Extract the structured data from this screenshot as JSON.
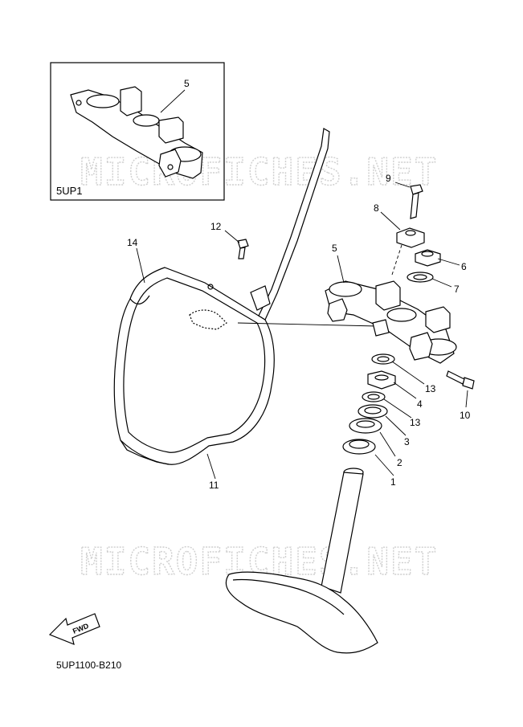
{
  "watermark": "MICROFICHES.NET",
  "inset_label": "5UP1",
  "diagram_code": "5UP1100-B210",
  "fwd_label": "FWD",
  "callouts": {
    "c1": "1",
    "c2": "2",
    "c3": "3",
    "c4": "4",
    "c5": "5",
    "c5_inset": "5",
    "c6": "6",
    "c7": "7",
    "c8": "8",
    "c9": "9",
    "c10": "10",
    "c11": "11",
    "c12": "12",
    "c13a": "13",
    "c13b": "13",
    "c14": "14"
  }
}
